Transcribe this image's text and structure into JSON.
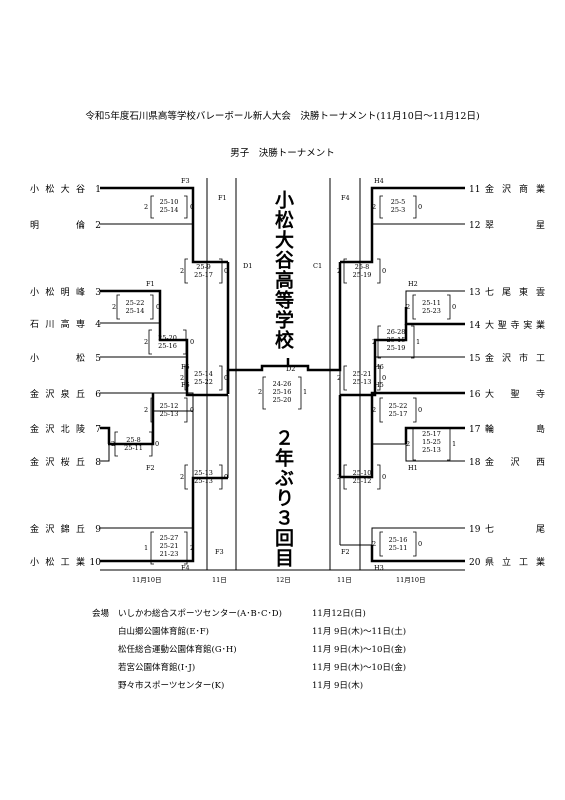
{
  "title": "令和5年度石川県高等学校バレーボール新人大会　決勝トーナメント(11月10日～11月12日)",
  "subtitle": "男子　決勝トーナメント",
  "left_teams": [
    {
      "name": "小松大谷",
      "no": "1"
    },
    {
      "name": "明倫",
      "no": "2"
    },
    {
      "name": "小松明峰",
      "no": "3"
    },
    {
      "name": "石川高専",
      "no": "4"
    },
    {
      "name": "小松",
      "no": "5"
    },
    {
      "name": "金沢泉丘",
      "no": "6"
    },
    {
      "name": "金沢北陵",
      "no": "7"
    },
    {
      "name": "金沢桜丘",
      "no": "8"
    },
    {
      "name": "金沢錦丘",
      "no": "9"
    },
    {
      "name": "小松工業",
      "no": "10"
    }
  ],
  "right_teams": [
    {
      "name": "金沢商業",
      "no": "11"
    },
    {
      "name": "翠星",
      "no": "12"
    },
    {
      "name": "七尾東雲",
      "no": "13"
    },
    {
      "name": "大聖寺実業",
      "no": "14"
    },
    {
      "name": "金沢市工",
      "no": "15"
    },
    {
      "name": "大聖寺",
      "no": "16"
    },
    {
      "name": "輪島",
      "no": "17"
    },
    {
      "name": "金沢西",
      "no": "18"
    },
    {
      "name": "七尾",
      "no": "19"
    },
    {
      "name": "県立工業",
      "no": "20"
    }
  ],
  "codes": {
    "F3": "F3",
    "F1": "F1",
    "F5": "F5",
    "F6": "F6",
    "F2": "F2",
    "F4": "F4",
    "D1": "D1",
    "D2": "D2",
    "C1": "C1",
    "H4": "H4",
    "H2": "H2",
    "H6": "H6",
    "H5": "H5",
    "H1": "H1",
    "H3": "H3"
  },
  "matches": {
    "m1_2": {
      "sets_a": "2",
      "sets_b": "0",
      "scores": [
        "25-10",
        "25-14"
      ]
    },
    "m3_4": {
      "sets_a": "2",
      "sets_b": "0",
      "scores": [
        "25-22",
        "25-14"
      ]
    },
    "m34_5": {
      "sets_a": "2",
      "sets_b": "0",
      "scores": [
        "25-20",
        "25-16"
      ]
    },
    "m6_78": {
      "sets_a": "2",
      "sets_b": "0",
      "scores": [
        "25-12",
        "25-13"
      ]
    },
    "m7_8": {
      "sets_a": "2",
      "sets_b": "0",
      "scores": [
        "25-8",
        "25-11"
      ]
    },
    "m9_10": {
      "sets_a": "1",
      "sets_b": "2",
      "scores": [
        "25-27",
        "25-21",
        "21-23"
      ]
    },
    "mL_top": {
      "sets_a": "2",
      "sets_b": "0",
      "scores": [
        "25-9",
        "25-17"
      ]
    },
    "mL_mid": {
      "sets_a": "2",
      "sets_b": "0",
      "scores": [
        "25-14",
        "25-22"
      ]
    },
    "mL_bot": {
      "sets_a": "2",
      "sets_b": "0",
      "scores": [
        "25-13",
        "25-13"
      ]
    },
    "final": {
      "sets_a": "2",
      "sets_b": "1",
      "scores": [
        "24-26",
        "25-16",
        "25-20"
      ]
    },
    "m11_12": {
      "sets_a": "2",
      "sets_b": "0",
      "scores": [
        "25-5",
        "25-3"
      ]
    },
    "m13_14": {
      "sets_a": "2",
      "sets_b": "0",
      "scores": [
        "25-11",
        "25-23"
      ]
    },
    "m1314_15": {
      "sets_a": "2",
      "sets_b": "1",
      "scores": [
        "26-28",
        "25-15",
        "25-19"
      ]
    },
    "m16_1718": {
      "sets_a": "2",
      "sets_b": "0",
      "scores": [
        "25-22",
        "25-17"
      ]
    },
    "m17_18": {
      "sets_a": "2",
      "sets_b": "1",
      "scores": [
        "25-17",
        "15-25",
        "25-13"
      ]
    },
    "m19_20": {
      "sets_a": "2",
      "sets_b": "0",
      "scores": [
        "25-16",
        "25-11"
      ]
    },
    "mR_top": {
      "sets_a": "2",
      "sets_b": "0",
      "scores": [
        "25-8",
        "25-19"
      ]
    },
    "mR_mid": {
      "sets_a": "2",
      "sets_b": "0",
      "scores": [
        "25-21",
        "25-13"
      ]
    },
    "mR_bot": {
      "sets_a": "2",
      "sets_b": "0",
      "scores": [
        "25-10",
        "25-12"
      ]
    }
  },
  "winner_text": "小松大谷高等学校",
  "winner_note": "２年ぶり３回目",
  "dates": {
    "l1": "11月10日",
    "l2": "11日",
    "c": "12日",
    "r2": "11日",
    "r1": "11月10日"
  },
  "venues": [
    {
      "label": "会場",
      "name": "いしかわ総合スポーツセンター(A･B･C･D)",
      "date": "11月12日(日)"
    },
    {
      "label": "",
      "name": "白山郷公園体育館(E･F)",
      "date": "11月 9日(木)～11日(土)"
    },
    {
      "label": "",
      "name": "松任総合運動公園体育館(G･H)",
      "date": "11月 9日(木)～10日(金)"
    },
    {
      "label": "",
      "name": "若宮公園体育館(I･J)",
      "date": "11月 9日(木)～10日(金)"
    },
    {
      "label": "",
      "name": "野々市スポーツセンター(K)",
      "date": "11月 9日(木)"
    }
  ]
}
